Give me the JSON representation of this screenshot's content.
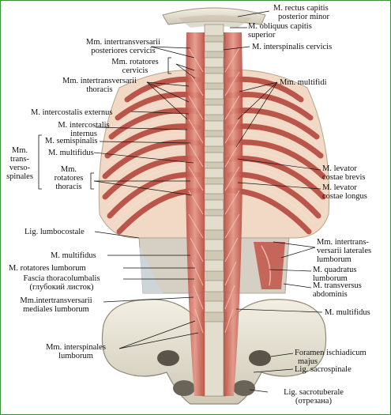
{
  "labels": {
    "rectus_capitis": [
      "M. rectus  capitis",
      "posterior minor"
    ],
    "obliquus_capitis": [
      "M. obliquus capitis",
      "superior"
    ],
    "intertransversarii_post_cerv": [
      "Mm. intertransversarii",
      "posteriores cervicis"
    ],
    "interspinalis_cervicis": "M. interspinalis cervicis",
    "rotatores_cervicis": [
      "Mm. rotatores",
      "cervicis"
    ],
    "intertransversarii_thoracis": [
      "Mm. intertransversarii",
      "thoracis"
    ],
    "multifidi": "Mm. multifidi",
    "intercostalis_externus": "M. intercostalis externus",
    "intercostalis_internus": [
      "M. intercostalis",
      "internus"
    ],
    "transversospinales": [
      "Mm.",
      "trans-",
      "verso-",
      "spinales"
    ],
    "semispinalis": "M. semispinalis",
    "multifidus_upper": "M. multifidus",
    "rotatores_thoracis": [
      "Mm.",
      "rotatores",
      "thoracis"
    ],
    "levator_costae_brevis": [
      "M. levator",
      "costae brevis"
    ],
    "levator_costae_longus": [
      "M. levator",
      "costae longus"
    ],
    "lig_lumbocostale": "Lig. lumbocostale",
    "intertransversarii_lat_lumb": [
      "Mm. intertrans-",
      "versarii laterales",
      "lumborum"
    ],
    "multifidus_mid": "M. multifidus",
    "quadratus_lumborum": [
      "M. quadratus",
      "lumborum"
    ],
    "rotatores_lumborum": "M. rotatores lumborum",
    "transversus_abdominis": [
      "M. transversus",
      "abdominis"
    ],
    "fascia_thoracolumbalis": [
      "Fascia thoracolumbalis",
      "(глубокий листок)"
    ],
    "intertransversarii_med_lumb": [
      "Mm.intertransversarii",
      "mediales lumborum"
    ],
    "multifidus_low": "M. multifidus",
    "interspinales_lumborum": [
      "Mm. interspinales",
      "lumborum"
    ],
    "foramen_ischiadicum": [
      "Foramen ischiadicum",
      "majus"
    ],
    "lig_sacrospinale": "Lig. sacrospinale",
    "lig_sacrotuberale": [
      "Lig. sacrotuberale",
      "(отрезана)"
    ]
  },
  "colors": {
    "bone": "#e8e4d4",
    "bone_shadow": "#a9a391",
    "muscle": "#c65a4c",
    "muscle_light": "#e7a08e",
    "tendon": "#d9dde0",
    "leader": "#111111",
    "frame": "#3a8f3a"
  }
}
